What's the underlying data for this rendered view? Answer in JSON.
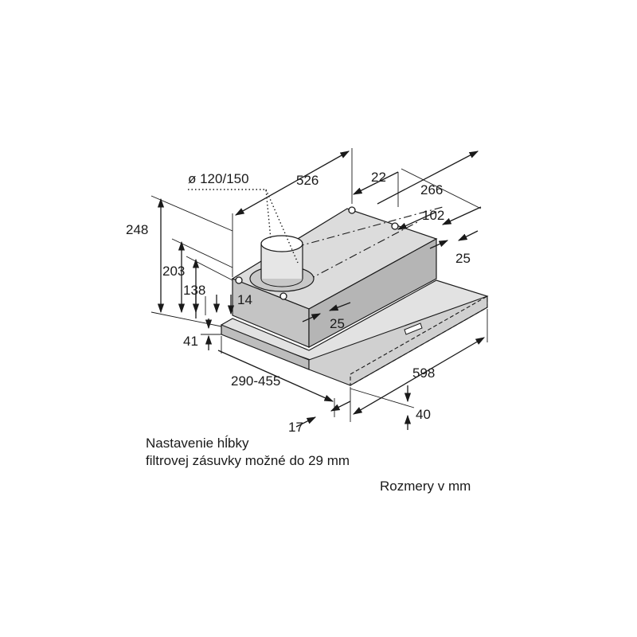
{
  "colors": {
    "line": "#1a1a1a",
    "body_fill": "#d6d6d6",
    "body_side": "#c2c2c2",
    "body_dark": "#a9a9a9",
    "background": "#ffffff"
  },
  "dimensions": {
    "duct_diameter": "ø 120/150",
    "length_526": "526",
    "d22": "22",
    "d266": "266",
    "d102": "102",
    "d25_right": "25",
    "d248": "248",
    "d203": "203",
    "d138": "138",
    "d14": "14",
    "d25_front": "25",
    "d41": "41",
    "range_290_455": "290-455",
    "d598": "598",
    "d17": "17",
    "d40": "40"
  },
  "notes": {
    "line1": "Nastavenie hĺbky",
    "line2": "filtrovej zásuvky možné do 29 mm",
    "units": "Rozmery v mm"
  }
}
